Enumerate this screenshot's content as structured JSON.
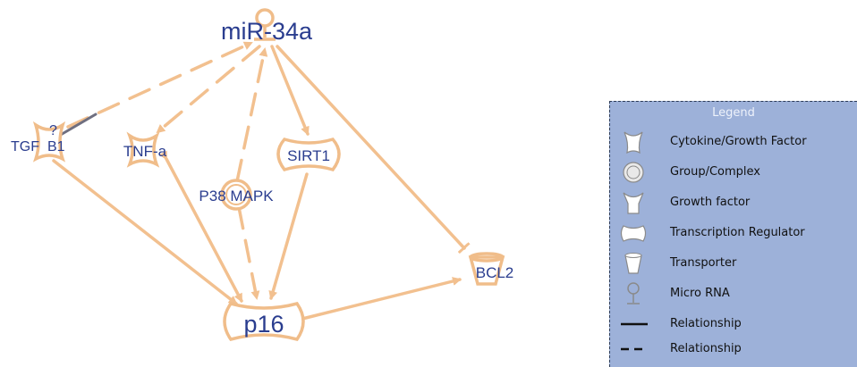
{
  "nodes": {
    "mir34a": "miR-34a",
    "tgfb1_a": "TGF",
    "tgfb1_b": "B1",
    "tnfa": "TNF-a",
    "sirt1": "SIRT1",
    "p38mapk": "P38 MAPK",
    "p16": "p16",
    "bcl2": "BCL2",
    "unknown_marker": "?"
  },
  "legend": {
    "title": "Legend",
    "items": [
      {
        "label": "Cytokine/Growth Factor",
        "icon": "cytokine-icon"
      },
      {
        "label": "Group/Complex",
        "icon": "group-complex-icon"
      },
      {
        "label": "Growth factor",
        "icon": "growth-factor-icon"
      },
      {
        "label": "Transcription Regulator",
        "icon": "transcription-regulator-icon"
      },
      {
        "label": "Transporter",
        "icon": "transporter-icon"
      },
      {
        "label": "Micro RNA",
        "icon": "micro-rna-icon"
      },
      {
        "label": "Relationship",
        "icon": "solid-line-icon"
      },
      {
        "label": "Relationship",
        "icon": "dashed-line-icon"
      }
    ]
  },
  "colors": {
    "edge": "#f2c08f",
    "node_outline": "#f0bd8a",
    "label": "#2a3d8f",
    "legend_bg": "#9db1d9",
    "grey_edge": "#6f6f80"
  }
}
